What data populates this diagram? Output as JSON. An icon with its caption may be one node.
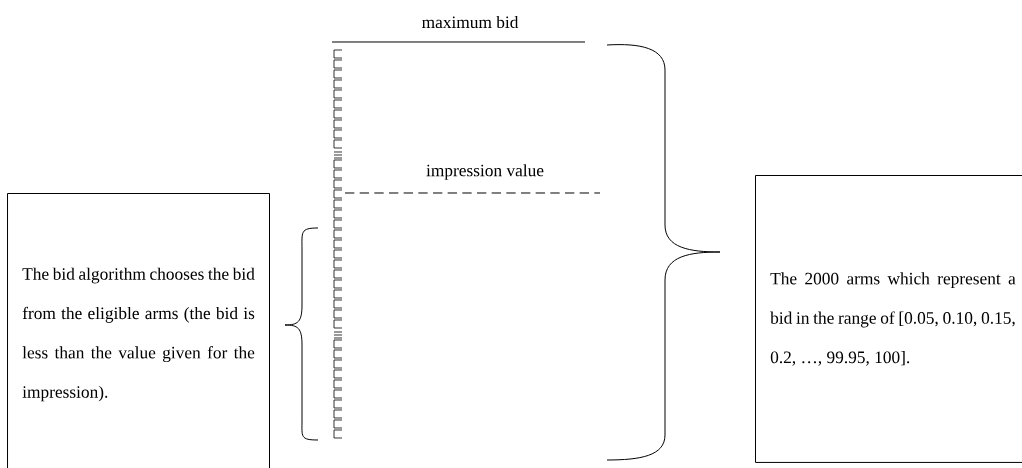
{
  "diagram": {
    "nodes": [
      {
        "text": [
          "The bid algorithm chooses the bid from the eligible arms (the bid is less than the value given for the impression)."
        ]
      },
      {
        "text": [
          "The 2000 arms which represent a bid in the range of [0.05, 0.10, 0.15, 0.2, …, 99.95, 100]."
        ]
      }
    ],
    "labels": [
      "maximum bid",
      "impression value"
    ]
  }
}
